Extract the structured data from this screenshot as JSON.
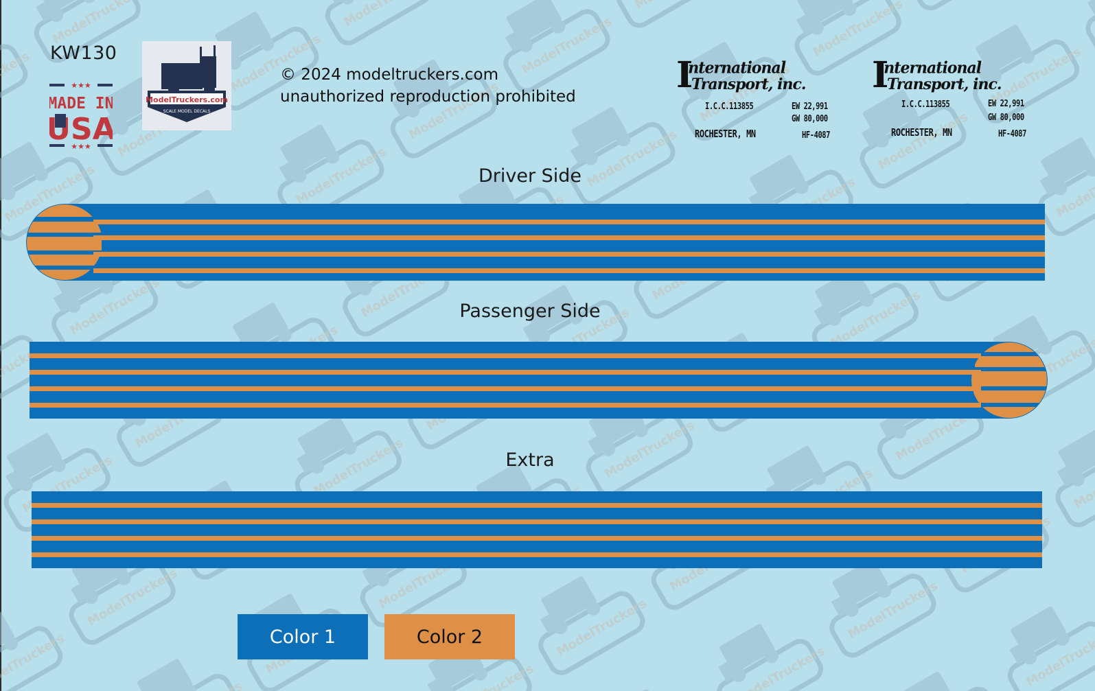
{
  "sheet": {
    "sku": "KW130",
    "made_in_badge": {
      "line1": "MADE IN",
      "line2": "USA"
    },
    "brand_logo": {
      "name": "ModelTruckers.com",
      "tagline": "SCALE MODEL DECALS"
    },
    "copyright": {
      "line1": "© 2024 modeltruckers.com",
      "line2": "unauthorized reproduction prohibited"
    }
  },
  "door_decals": [
    {
      "company_line1": "International",
      "company_line2": "Transport, inc.",
      "icc": "I.C.C.113855",
      "city": "ROCHESTER, MN",
      "ew": "EW 22,991",
      "gw": "GW 80,000",
      "hf": "HF-4087"
    },
    {
      "company_line1": "International",
      "company_line2": "Transport, inc.",
      "icc": "I.C.C.113855",
      "city": "ROCHESTER, MN",
      "ew": "EW 22,991",
      "gw": "GW 80,000",
      "hf": "HF-4087"
    }
  ],
  "sections": {
    "driver": {
      "label": "Driver Side",
      "end_cap": "left"
    },
    "passenger": {
      "label": "Passenger Side",
      "end_cap": "right"
    },
    "extra": {
      "label": "Extra",
      "end_cap": "none"
    }
  },
  "colors": {
    "background": "#b7dfec",
    "color1": "#0d6fb8",
    "color2": "#de9047",
    "watermark": "#9bbccd"
  },
  "swatches": [
    {
      "label": "Color 1",
      "color": "#0d6fb8",
      "text_color": "#ffffff"
    },
    {
      "label": "Color 2",
      "color": "#de9047",
      "text_color": "#111111"
    }
  ]
}
